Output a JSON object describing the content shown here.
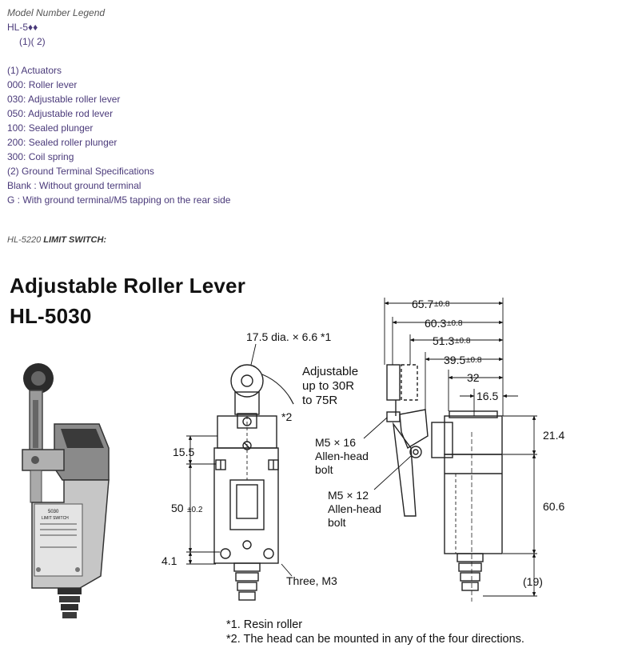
{
  "legend": {
    "title": "Model Number Legend",
    "model": "HL-5♦♦",
    "positions": "(1)( 2)",
    "items": [
      "(1) Actuators",
      "000: Roller lever",
      "030: Adjustable roller lever",
      "050: Adjustable rod lever",
      "100: Sealed plunger",
      "200: Sealed roller plunger",
      "300: Coil spring",
      "(2) Ground Terminal Specifications",
      "Blank : Without ground terminal",
      "G : With ground terminal/M5 tapping on the rear side"
    ]
  },
  "switch_ref": {
    "model": "HL-5220",
    "label": "LIMIT SWITCH:"
  },
  "heading": {
    "line1": "Adjustable Roller Lever",
    "line2": "HL-5030"
  },
  "drawing": {
    "roller_dim": "17.5 dia. × 6.6 *1",
    "adjustable": [
      "Adjustable",
      "up to 30R",
      "to 75R"
    ],
    "head_note": "*2",
    "dim_15_5": "15.5",
    "dim_50": "50",
    "dim_50_tol": "±0.2",
    "dim_4_1": "4.1",
    "three_m3": "Three, M3",
    "m5_16": [
      "M5 × 16",
      "Allen-head",
      "bolt"
    ],
    "m5_12": [
      "M5 × 12",
      "Allen-head",
      "bolt"
    ],
    "dim_65_7": "65.7",
    "tol_65_7": "±0.8",
    "dim_60_3": "60.3",
    "tol_60_3": "±0.8",
    "dim_51_3": "51.3",
    "tol_51_3": "±0.8",
    "dim_39_5": "39.5",
    "tol_39_5": "±0.8",
    "dim_32": "32",
    "dim_16_5": "16.5",
    "dim_21_4": "21.4",
    "dim_60_6": "60.6",
    "dim_19": "(19)",
    "plate_model": "5030",
    "plate_name": "LIMIT SWITCH"
  },
  "notes": [
    "*1. Resin roller",
    "*2. The head can be mounted in any of the four directions."
  ]
}
